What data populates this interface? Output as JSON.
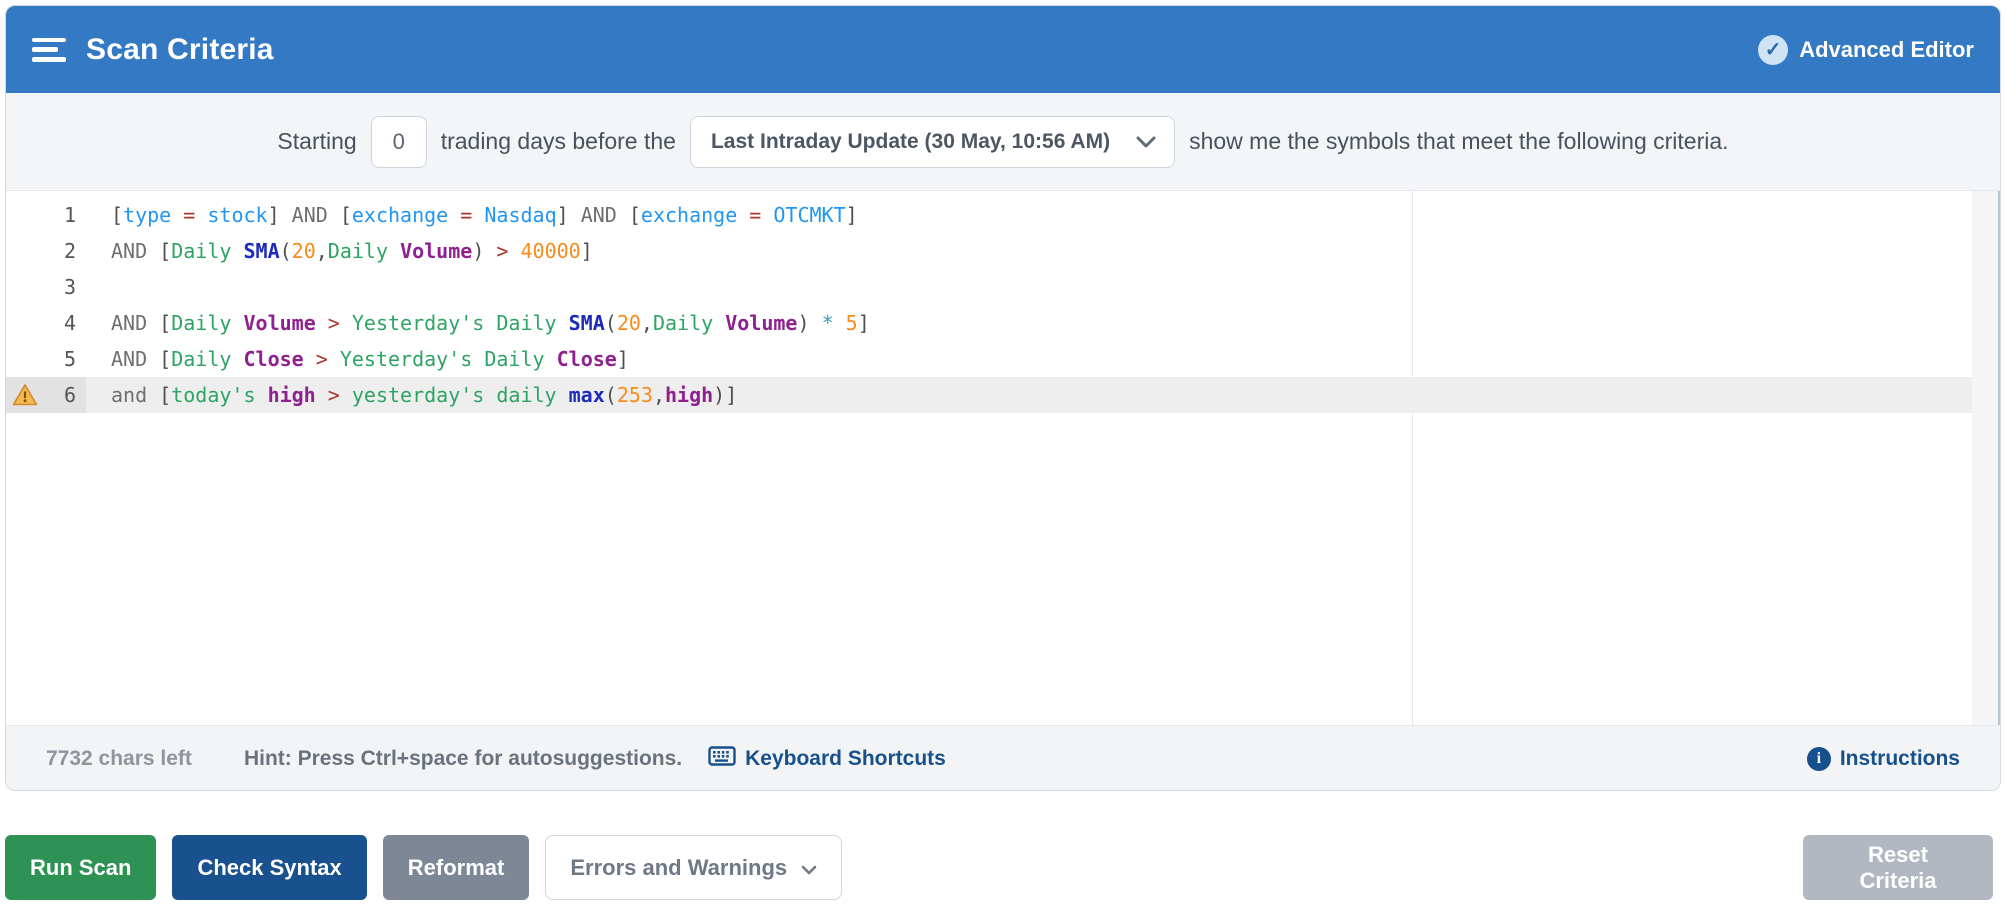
{
  "header": {
    "title": "Scan Criteria",
    "advanced_editor_label": "Advanced Editor",
    "check_glyph": "✓"
  },
  "controls": {
    "starting_label": "Starting",
    "days_value": "0",
    "middle_label": "trading days before the",
    "update_select_value": "Last Intraday Update (30 May, 10:56 AM)",
    "trailing_label": "show me the symbols that meet the following criteria."
  },
  "editor": {
    "lines": [
      {
        "num": "1",
        "highlight": false,
        "warning": false,
        "tokens": [
          {
            "c": "br",
            "v": "["
          },
          {
            "c": "attr",
            "v": "type"
          },
          {
            "c": "pl",
            "v": " "
          },
          {
            "c": "op",
            "v": "="
          },
          {
            "c": "pl",
            "v": " "
          },
          {
            "c": "attr",
            "v": "stock"
          },
          {
            "c": "br",
            "v": "]"
          },
          {
            "c": "kw",
            "v": " AND "
          },
          {
            "c": "br",
            "v": "["
          },
          {
            "c": "attr",
            "v": "exchange"
          },
          {
            "c": "pl",
            "v": " "
          },
          {
            "c": "op",
            "v": "="
          },
          {
            "c": "pl",
            "v": " "
          },
          {
            "c": "attr",
            "v": "Nasdaq"
          },
          {
            "c": "br",
            "v": "]"
          },
          {
            "c": "kw",
            "v": " AND "
          },
          {
            "c": "br",
            "v": "["
          },
          {
            "c": "attr",
            "v": "exchange"
          },
          {
            "c": "pl",
            "v": " "
          },
          {
            "c": "op",
            "v": "="
          },
          {
            "c": "pl",
            "v": " "
          },
          {
            "c": "attr",
            "v": "OTCMKT"
          },
          {
            "c": "br",
            "v": "]"
          }
        ]
      },
      {
        "num": "2",
        "highlight": false,
        "warning": false,
        "tokens": [
          {
            "c": "kw",
            "v": "AND "
          },
          {
            "c": "br",
            "v": "["
          },
          {
            "c": "grn",
            "v": "Daily"
          },
          {
            "c": "pl",
            "v": " "
          },
          {
            "c": "fn",
            "v": "SMA"
          },
          {
            "c": "br",
            "v": "("
          },
          {
            "c": "num",
            "v": "20"
          },
          {
            "c": "br",
            "v": ","
          },
          {
            "c": "grn",
            "v": "Daily"
          },
          {
            "c": "pl",
            "v": " "
          },
          {
            "c": "prm",
            "v": "Volume"
          },
          {
            "c": "br",
            "v": ")"
          },
          {
            "c": "pl",
            "v": " "
          },
          {
            "c": "op",
            "v": ">"
          },
          {
            "c": "pl",
            "v": " "
          },
          {
            "c": "num",
            "v": "40000"
          },
          {
            "c": "br",
            "v": "]"
          }
        ]
      },
      {
        "num": "3",
        "highlight": false,
        "warning": false,
        "tokens": []
      },
      {
        "num": "4",
        "highlight": false,
        "warning": false,
        "tokens": [
          {
            "c": "kw",
            "v": "AND "
          },
          {
            "c": "br",
            "v": "["
          },
          {
            "c": "grn",
            "v": "Daily"
          },
          {
            "c": "pl",
            "v": " "
          },
          {
            "c": "prm",
            "v": "Volume"
          },
          {
            "c": "pl",
            "v": " "
          },
          {
            "c": "op",
            "v": ">"
          },
          {
            "c": "pl",
            "v": " "
          },
          {
            "c": "grn",
            "v": "Yesterday's"
          },
          {
            "c": "pl",
            "v": " "
          },
          {
            "c": "grn",
            "v": "Daily"
          },
          {
            "c": "pl",
            "v": " "
          },
          {
            "c": "fn",
            "v": "SMA"
          },
          {
            "c": "br",
            "v": "("
          },
          {
            "c": "num",
            "v": "20"
          },
          {
            "c": "br",
            "v": ","
          },
          {
            "c": "grn",
            "v": "Daily"
          },
          {
            "c": "pl",
            "v": " "
          },
          {
            "c": "prm",
            "v": "Volume"
          },
          {
            "c": "br",
            "v": ")"
          },
          {
            "c": "pl",
            "v": " "
          },
          {
            "c": "star",
            "v": "*"
          },
          {
            "c": "pl",
            "v": " "
          },
          {
            "c": "num",
            "v": "5"
          },
          {
            "c": "br",
            "v": "]"
          }
        ]
      },
      {
        "num": "5",
        "highlight": false,
        "warning": false,
        "tokens": [
          {
            "c": "kw",
            "v": "AND "
          },
          {
            "c": "br",
            "v": "["
          },
          {
            "c": "grn",
            "v": "Daily"
          },
          {
            "c": "pl",
            "v": " "
          },
          {
            "c": "prm",
            "v": "Close"
          },
          {
            "c": "pl",
            "v": " "
          },
          {
            "c": "op",
            "v": ">"
          },
          {
            "c": "pl",
            "v": " "
          },
          {
            "c": "grn",
            "v": "Yesterday's"
          },
          {
            "c": "pl",
            "v": " "
          },
          {
            "c": "grn",
            "v": "Daily"
          },
          {
            "c": "pl",
            "v": " "
          },
          {
            "c": "prm",
            "v": "Close"
          },
          {
            "c": "br",
            "v": "]"
          }
        ]
      },
      {
        "num": "6",
        "highlight": true,
        "warning": true,
        "tokens": [
          {
            "c": "kw",
            "v": "and "
          },
          {
            "c": "br",
            "v": "["
          },
          {
            "c": "grn",
            "v": "today's"
          },
          {
            "c": "pl",
            "v": " "
          },
          {
            "c": "prm",
            "v": "high"
          },
          {
            "c": "pl",
            "v": " "
          },
          {
            "c": "op",
            "v": ">"
          },
          {
            "c": "pl",
            "v": " "
          },
          {
            "c": "grn",
            "v": "yesterday's"
          },
          {
            "c": "pl",
            "v": " "
          },
          {
            "c": "grn",
            "v": "daily"
          },
          {
            "c": "pl",
            "v": " "
          },
          {
            "c": "fn",
            "v": "max"
          },
          {
            "c": "br",
            "v": "("
          },
          {
            "c": "num",
            "v": "253"
          },
          {
            "c": "br",
            "v": ","
          },
          {
            "c": "prm",
            "v": "high"
          },
          {
            "c": "br",
            "v": ")"
          },
          {
            "c": "br",
            "v": "]"
          }
        ]
      }
    ]
  },
  "footer": {
    "chars_left": "7732 chars left",
    "hint": "Hint: Press Ctrl+space for autosuggestions.",
    "keyboard_shortcuts_label": "Keyboard Shortcuts",
    "instructions_label": "Instructions",
    "info_glyph": "i"
  },
  "actions": {
    "run_scan": "Run Scan",
    "check_syntax": "Check Syntax",
    "reformat": "Reformat",
    "errors_warnings": "Errors and Warnings",
    "reset_criteria": "Reset Criteria"
  },
  "colors": {
    "header-bg": "#3379c3",
    "green-btn": "#2d9254",
    "blue-btn": "#19508e",
    "gray-btn": "#7d8795",
    "reset-btn": "#b2b8c2",
    "link-navy": "#17508c",
    "tk-attr": "#2196f3",
    "tk-grn": "#2da364",
    "tk-fn": "#1c2bb8",
    "tk-prm": "#8e218f",
    "tk-num": "#f78c1c",
    "tk-op": "#ab3526",
    "tk-star": "#35a0ba",
    "warning-fill": "#f5b74e",
    "warning-border": "#d28a2c"
  }
}
